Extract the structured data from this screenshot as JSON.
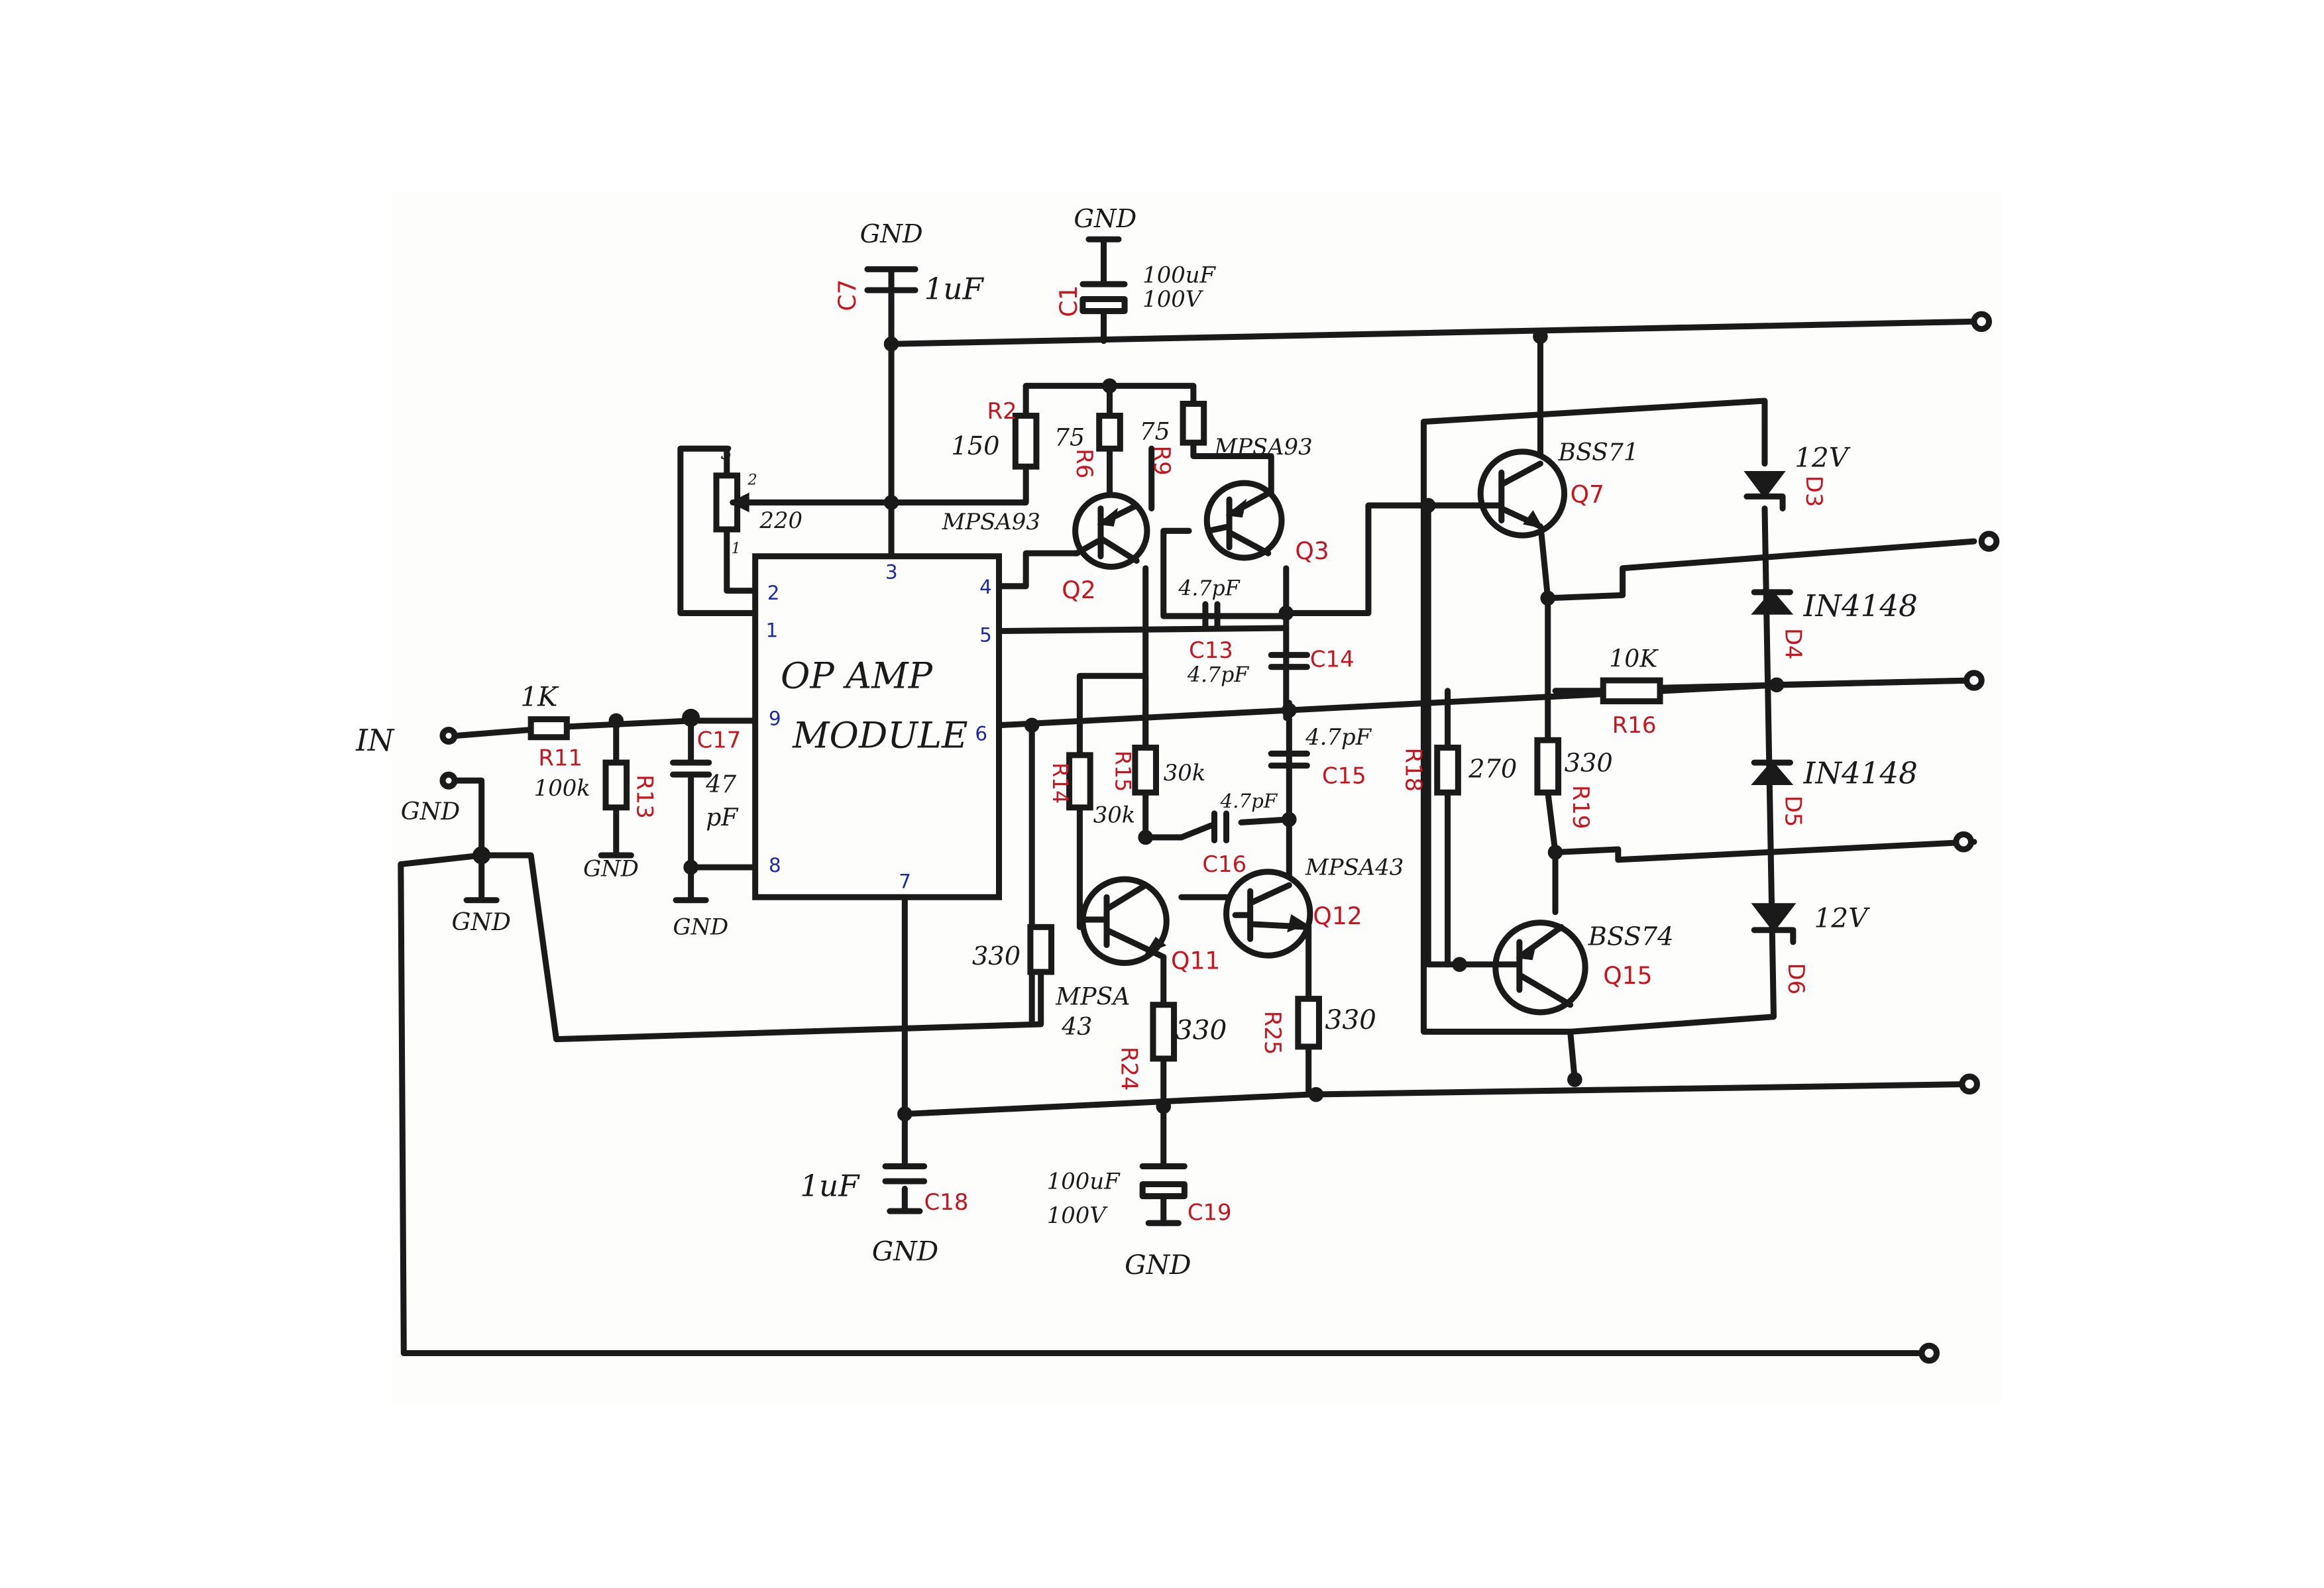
{
  "module": {
    "line1": "OP AMP",
    "line2": "MODULE"
  },
  "pins": {
    "p1": "1",
    "p2": "2",
    "p3": "3",
    "p4": "4",
    "p5": "5",
    "p6": "6",
    "p7": "7",
    "p8": "8",
    "p9": "9"
  },
  "labels": {
    "in": "IN",
    "gnd": "GND",
    "c7_val": "1uF",
    "c1_val1": "100uF",
    "c1_val2": "100V",
    "pot_val": "220",
    "pot_p1": "1",
    "pot_p2": "2",
    "pot_p3": "3",
    "r2_val": "150",
    "r6_val": "75",
    "r9_val": "75",
    "q2_type": "MPSA93",
    "q3_type": "MPSA93",
    "c13_val": "4.7pF",
    "c14_val": "4.7pF",
    "c15_val": "4.7pF",
    "c16_val": "4.7pF",
    "r11_val": "1K",
    "r13_val": "100k",
    "c17_val1": "47",
    "c17_val2": "pF",
    "r14_val": "30k",
    "r15_val": "30k",
    "r_in_val": "330",
    "q11_type1": "MPSA",
    "q11_type2": "43",
    "q12_type": "MPSA43",
    "r24_val": "330",
    "r25_val": "330",
    "c18_val": "1uF",
    "c19_val1": "100uF",
    "c19_val2": "100V",
    "q7_type": "BSS71",
    "q15_type": "BSS74",
    "r18_val": "270",
    "r19_val": "330",
    "r16_val": "10K",
    "d3_val": "12V",
    "d6_val": "12V",
    "d4_val": "IN4148",
    "d5_val": "IN4148"
  },
  "refs": {
    "c7": "C7",
    "c1": "C1",
    "r2": "R2",
    "r6": "R6",
    "r9": "R9",
    "q2": "Q2",
    "q3": "Q3",
    "c13": "C13",
    "c14": "C14",
    "c15": "C15",
    "c16": "C16",
    "r11": "R11",
    "r13": "R13",
    "c17": "C17",
    "r14": "R14",
    "r15": "R15",
    "q11": "Q11",
    "q12": "Q12",
    "r24": "R24",
    "r25": "R25",
    "c18": "C18",
    "c19": "C19",
    "q7": "Q7",
    "q15": "Q15",
    "r18": "R18",
    "r19": "R19",
    "r16": "R16",
    "d3": "D3",
    "d4": "D4",
    "d5": "D5",
    "d6": "D6"
  },
  "colors": {
    "ink": "#1a1a1a",
    "ref": "#c8141e",
    "pin": "#1a2aa8",
    "paper": "#fdfdfb"
  }
}
